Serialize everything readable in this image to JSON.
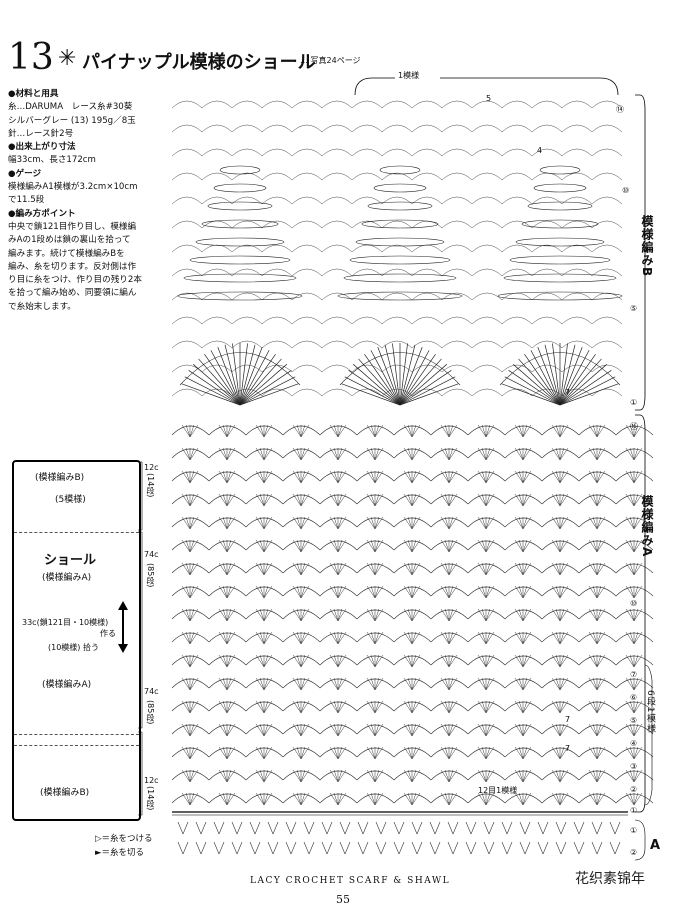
{
  "title": {
    "number": "13",
    "mark": "✳",
    "text": "パイナップル模様のショール",
    "photo_ref": "… 写真24ページ"
  },
  "info": [
    {
      "text": "●材料と用具",
      "heading": true
    },
    {
      "text": "糸…DARUMA　レース糸#30葵",
      "heading": false
    },
    {
      "text": "シルバーグレー (13) 195g／8玉",
      "heading": false
    },
    {
      "text": "針…レース針2号",
      "heading": false
    },
    {
      "text": "●出来上がり寸法",
      "heading": true
    },
    {
      "text": "幅33cm、長さ172cm",
      "heading": false
    },
    {
      "text": "●ゲージ",
      "heading": true
    },
    {
      "text": "模様編みA1模様が3.2cm×10cm",
      "heading": false
    },
    {
      "text": "で11.5段",
      "heading": false
    },
    {
      "text": "●編み方ポイント",
      "heading": true
    },
    {
      "text": "中央で鎖121目作り目し、模様編",
      "heading": false
    },
    {
      "text": "みAの1段めは鎖の裏山を拾って",
      "heading": false
    },
    {
      "text": "編みます。続けて模様編みBを",
      "heading": false
    },
    {
      "text": "編み、糸を切ります。反対側は作",
      "heading": false
    },
    {
      "text": "り目に糸をつけ、作り目の残り2本",
      "heading": false
    },
    {
      "text": "を拾って編み始め、同要領に編ん",
      "heading": false
    },
    {
      "text": "で糸始末します。",
      "heading": false
    }
  ],
  "schematic": {
    "top_b": "(模様編みB)",
    "five_pattern": "(5模様)",
    "shawl": "ショール",
    "pattern_a_top": "(模様編みA)",
    "width_note": "33c(鎖121目・10模様)",
    "make_label": "作る",
    "ten_pattern": "(10模様) 拾う",
    "pattern_a_bottom": "(模様編みA)",
    "bottom_b": "(模様編みB)",
    "dim_12c": "12c",
    "dim_14": "(14段)",
    "dim_74c": "74c",
    "dim_85": "(85段)"
  },
  "chart": {
    "one_pattern": "1模様",
    "section_b": "模様編みB",
    "section_a": "模様編みA",
    "a_mark": "A",
    "repeat_note": "6段1模様",
    "twelve_one": "12目1模様",
    "seven": "7",
    "four": "4",
    "five": "5",
    "rows_b": [
      "⑭",
      "⑩",
      "⑤",
      "①"
    ],
    "rows_a_top": [
      "⑯",
      "⑩"
    ],
    "rows_a_repeat": [
      "⑦",
      "⑥",
      "⑤",
      "④",
      "③",
      "②",
      "①"
    ],
    "rows_a_start": [
      "①",
      "②"
    ]
  },
  "legend": {
    "attach": "▷＝糸をつける",
    "cut": "►＝糸を切る"
  },
  "footer": "LACY CROCHET SCARF & SHAWL",
  "page_number": "55",
  "watermark": "花织素锦年"
}
